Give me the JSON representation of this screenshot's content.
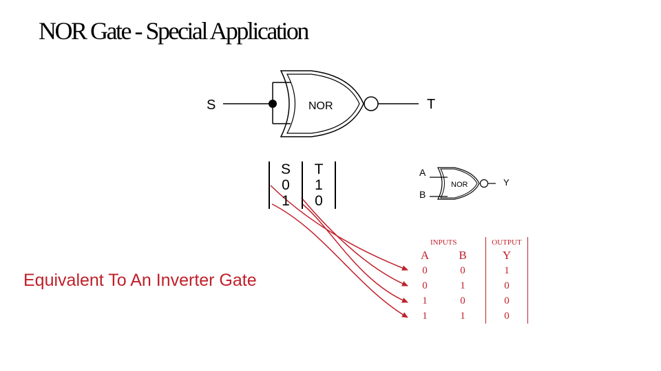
{
  "title": "NOR Gate - Special Application",
  "main_gate": {
    "input_label": "S",
    "gate_label": "NOR",
    "output_label": "T"
  },
  "truth_table_1": {
    "headers": [
      "S",
      "T"
    ],
    "rows": [
      [
        "0",
        "1"
      ],
      [
        "1",
        "0"
      ]
    ]
  },
  "caption": "Equivalent To An Inverter Gate",
  "small_gate": {
    "input_a": "A",
    "input_b": "B",
    "gate_label": "NOR",
    "output_label": "Y"
  },
  "truth_table_2": {
    "group_inputs": "INPUTS",
    "group_output": "OUTPUT",
    "headers": [
      "A",
      "B",
      "Y"
    ],
    "rows": [
      [
        "0",
        "0",
        "1"
      ],
      [
        "0",
        "1",
        "0"
      ],
      [
        "1",
        "0",
        "0"
      ],
      [
        "1",
        "1",
        "0"
      ]
    ]
  },
  "colors": {
    "accent": "#c0202a",
    "ink": "#000000"
  }
}
